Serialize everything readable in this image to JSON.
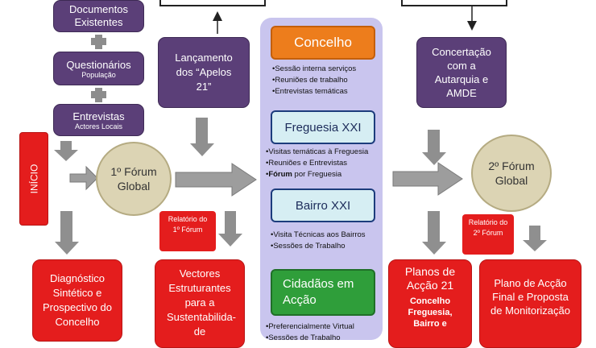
{
  "left_column": {
    "documentos": "Documentos Existentes",
    "questionarios_title": "Questionários",
    "questionarios_sub": "População",
    "entrevistas_title": "Entrevistas",
    "entrevistas_sub": "Actores Locais"
  },
  "inicio": "INÍCIO",
  "forum1": "1º Fórum Global",
  "lancamento": "Lançamento dos “Apelos 21”",
  "relatorio1": "Relatório do 1º Fórum",
  "diagnostico": "Diagnóstico Sintético e Prospectivo do Concelho",
  "vectores": "Vectores Estruturantes para a Sustentabilida-de",
  "center": {
    "concelho": {
      "title": "Concelho",
      "items": [
        "Sessão interna serviços",
        "Reuniões de trabalho",
        "Entrevistas temáticas"
      ]
    },
    "freguesia": {
      "title": "Freguesia XXI",
      "items": [
        "Visitas temáticas à Freguesia",
        "Reuniões e Entrevistas",
        "Fórum por Freguesia"
      ]
    },
    "bairro": {
      "title": "Bairro XXI",
      "items": [
        "Visita Técnicas aos Bairros",
        "Sessões de Trabalho"
      ]
    },
    "cidadaos": {
      "title": "Cidadãos em Acção",
      "items": [
        "Preferencialmente Virtual",
        "Sessões de Trabalho"
      ]
    }
  },
  "concertacao": "Concertação com a Autarquia e AMDE",
  "forum2": "2º Fórum Global",
  "relatorio2": "Relatório do 2º Fórum",
  "planos_title": "Planos de Acção 21",
  "planos_sub": "Concelho Freguesia, Bairro e",
  "plano_final": "Plano de Acção Final e Proposta de Monitorização",
  "colors": {
    "purple": "#5b3f78",
    "red": "#e41d1d",
    "orange": "#ed7d1c",
    "green": "#2f9e3a",
    "teal": "#d6eef3"
  }
}
